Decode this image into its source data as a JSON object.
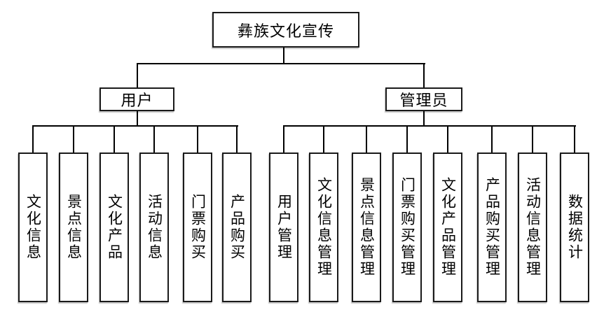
{
  "chart": {
    "type": "org-tree",
    "root": {
      "label": "彝族文化宣传"
    },
    "branches": [
      {
        "label": "用户",
        "children": [
          "文化信息",
          "景点信息",
          "文化产品",
          "活动信息",
          "门票购买",
          "产品购买"
        ]
      },
      {
        "label": "管理员",
        "children": [
          "用户管理",
          "文化信息管理",
          "景点信息管理",
          "门票购买管理",
          "文化产品管理",
          "产品购买管理",
          "活动信息管理",
          "数据统计"
        ]
      }
    ],
    "colors": {
      "line": "#000000",
      "border": "#1a1a1a",
      "background": "#ffffff",
      "text": "#000000"
    }
  }
}
